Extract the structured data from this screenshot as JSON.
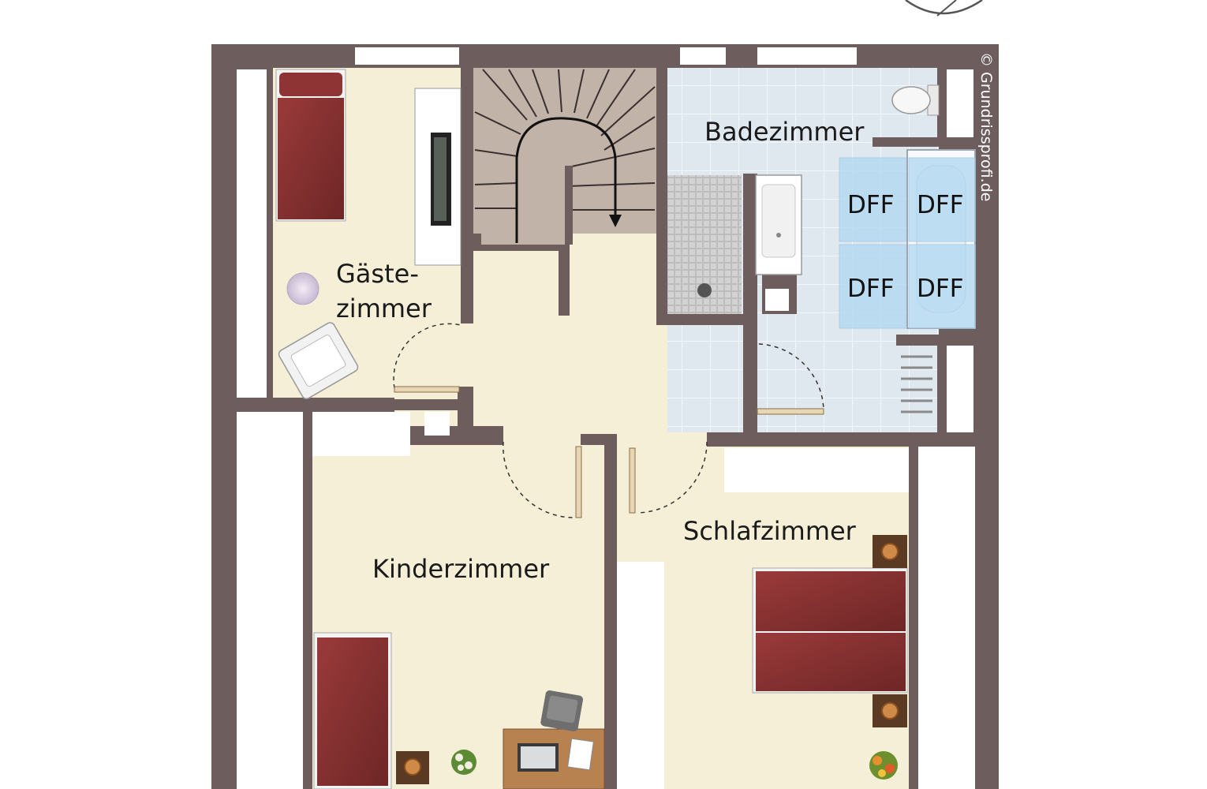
{
  "rooms": {
    "guest_line1": "Gäste-",
    "guest_line2": "zimmer",
    "bathroom": "Badezimmer",
    "children": "Kinderzimmer",
    "bedroom": "Schlafzimmer"
  },
  "skylights": [
    "DFF",
    "DFF",
    "DFF",
    "DFF"
  ],
  "copyright": "© Grundrissprofi.de",
  "colors": {
    "wall": "#6d5d5d",
    "floor": "#f5efd7",
    "bathroom_tile": "#dde6ee",
    "stair": "#c2b3a8",
    "bed": "#852f2f",
    "skylight": "#b3d9f2"
  }
}
